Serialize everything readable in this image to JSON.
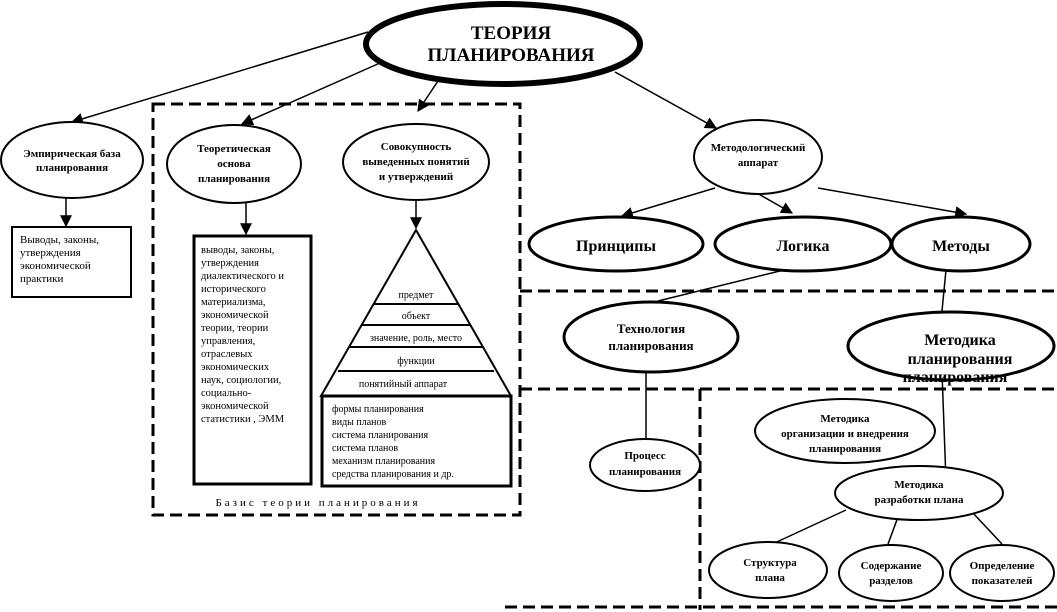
{
  "root": [
    "ТЕОРИЯ",
    "ПЛАНИРОВАНИЯ"
  ],
  "empirical": {
    "title": [
      "Эмпирическая база",
      "планирования"
    ],
    "box": [
      "Выводы, законы,",
      "утверждения",
      "экономической",
      "практики"
    ]
  },
  "theoretical": {
    "title": [
      "Теоретическая",
      "основа",
      "планирования"
    ],
    "box": [
      "выводы, законы,",
      "утверждения",
      "диалектического и",
      "исторического",
      "материализма,",
      "экономической",
      "теории, теории",
      "управления,",
      "отраслевых",
      "экономических",
      "наук, социологии,",
      "социально-",
      "экономической",
      "статистики , ЭММ"
    ]
  },
  "concepts": {
    "title": [
      "Совокупность",
      "выведенных понятий",
      "и утверждений"
    ],
    "pyramid": [
      "предмет",
      "объект",
      "значение, роль, место",
      "функции",
      "понятийный аппарат"
    ],
    "base": [
      "формы планирования",
      "виды планов",
      "система планирования",
      "система планов",
      "механизм планирования",
      "средства планирования и др."
    ]
  },
  "basis_label": "Базис теории планирования",
  "methodological": {
    "title": [
      "Методологический",
      "аппарат"
    ],
    "principles": "Принципы",
    "logic": "Логика",
    "methods": "Методы"
  },
  "technology": {
    "title": [
      "Технология",
      "планирования"
    ],
    "process": [
      "Процесс",
      "планирования"
    ]
  },
  "methodology": {
    "title": [
      "Методика",
      "планирования",
      "планирования"
    ],
    "organization": [
      "Методика",
      "организации и внедрения",
      "планирования"
    ],
    "development": [
      "Методика",
      "разработки плана"
    ],
    "structure": [
      "Структура",
      "плана"
    ],
    "content": [
      "Содержание",
      "разделов"
    ],
    "indicators": [
      "Определение",
      "показателей"
    ]
  }
}
